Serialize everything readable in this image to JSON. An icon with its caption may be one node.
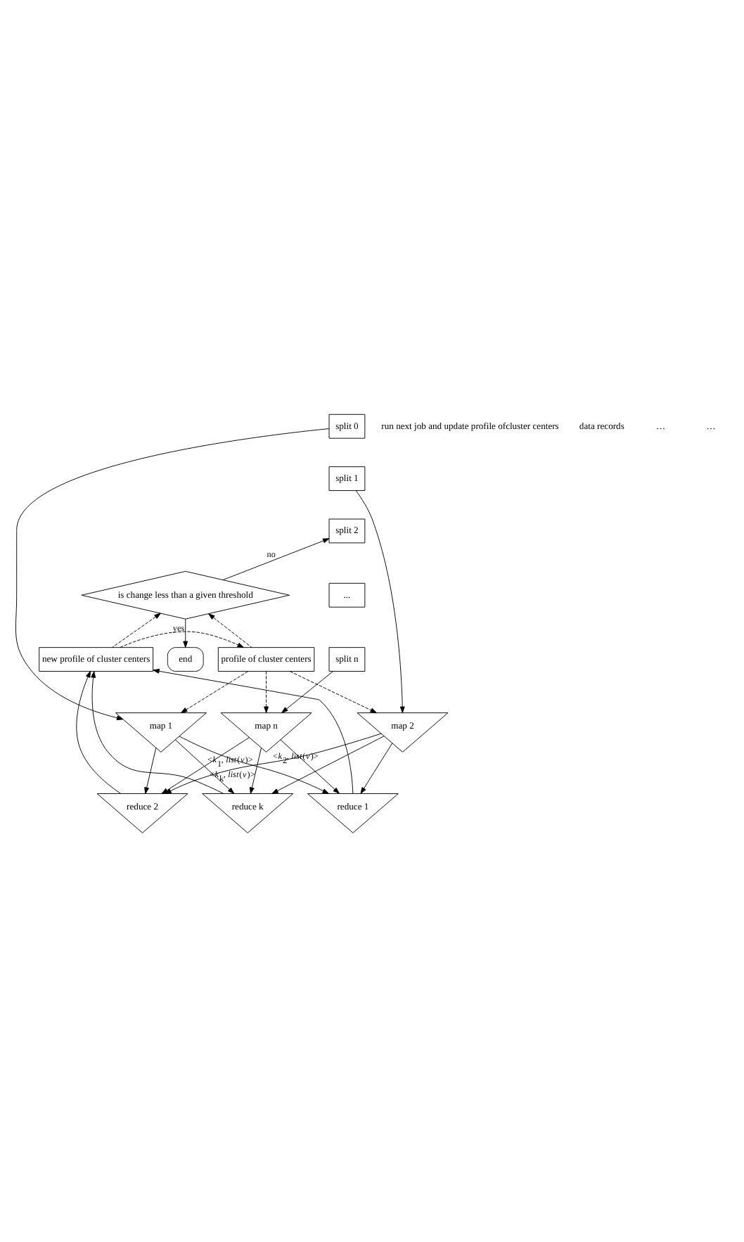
{
  "diagram": {
    "nodes": [
      {
        "text": [
          "is change less than a given threshold"
        ]
      },
      {
        "text": [
          "end"
        ]
      },
      {
        "text": [
          "profile of cluster centers"
        ]
      },
      {
        "text": [
          "new profile of cluster centers"
        ]
      },
      {
        "text": [
          "split 0"
        ]
      },
      {
        "text": [
          "split 1"
        ]
      },
      {
        "text": [
          "split 2"
        ]
      },
      {
        "text": [
          "..."
        ]
      },
      {
        "text": [
          "split n"
        ]
      },
      {
        "text": [
          "map 1"
        ]
      },
      {
        "text": [
          "map 2"
        ]
      },
      {
        "text": [
          "map n"
        ]
      },
      {
        "text": [
          "reduce 1"
        ]
      },
      {
        "text": [
          "reduce 2"
        ]
      },
      {
        "text": [
          "reduce k"
        ]
      }
    ],
    "edges": [
      {
        "from": 0,
        "to": 1,
        "arrow": "to",
        "label": "yes"
      },
      {
        "from": 0,
        "to": 6,
        "arrow": "to",
        "label": "no"
      },
      {
        "from": 2,
        "to": 0,
        "arrow": "to",
        "style": "dashed"
      },
      {
        "from": 3,
        "to": 0,
        "arrow": "to",
        "style": "dashed"
      },
      {
        "from": 3,
        "to": 2,
        "arrow": "to",
        "style": "dashed"
      },
      {
        "from": 2,
        "to": 9,
        "arrow": "to",
        "style": "dashed"
      },
      {
        "from": 2,
        "to": 10,
        "arrow": "to",
        "style": "dashed"
      },
      {
        "from": 2,
        "to": 11,
        "arrow": "to",
        "style": "dashed"
      },
      {
        "from": 4,
        "to": 9,
        "arrow": "to"
      },
      {
        "from": 5,
        "to": 10,
        "arrow": "to"
      },
      {
        "from": 8,
        "to": 11,
        "arrow": "to"
      },
      {
        "from": 9,
        "to": 12,
        "arrow": "to",
        "label": "<*k*$_{1}$, *list*(*v*)>"
      },
      {
        "from": 9,
        "to": 13,
        "arrow": "to"
      },
      {
        "from": 9,
        "to": 14,
        "arrow": "to"
      },
      {
        "from": 10,
        "to": 12,
        "arrow": "to"
      },
      {
        "from": 10,
        "to": 13,
        "arrow": "to",
        "label": "<*k*$_{2}$, *list*(*v*)>"
      },
      {
        "from": 10,
        "to": 14,
        "arrow": "to"
      },
      {
        "from": 11,
        "to": 12,
        "arrow": "to"
      },
      {
        "from": 11,
        "to": 13,
        "arrow": "to"
      },
      {
        "from": 11,
        "to": 14,
        "arrow": "to",
        "label": "<*k*$_{k}$, *list*(*v*)>"
      },
      {
        "from": 12,
        "to": 3,
        "arrow": "to"
      },
      {
        "from": 13,
        "to": 3,
        "arrow": "to"
      },
      {
        "from": 14,
        "to": 3,
        "arrow": "to"
      }
    ],
    "labels": [
      "run next job and update profile ofcluster centers",
      "data records",
      "…",
      "…"
    ]
  }
}
